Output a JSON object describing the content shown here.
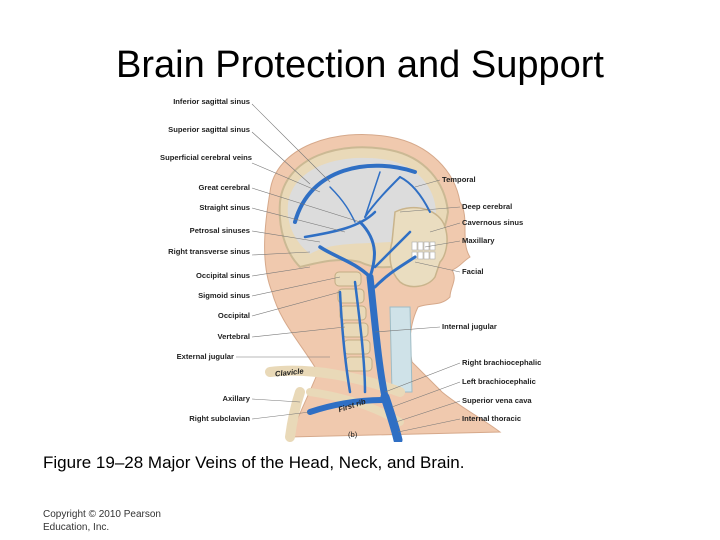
{
  "slide": {
    "title": "Brain Protection and Support",
    "caption": "Figure 19–28 Major Veins of the Head, Neck, and Brain.",
    "copyright_line1": "Copyright © 2010 Pearson",
    "copyright_line2": "Education, Inc."
  },
  "figure": {
    "part_label": "(b)",
    "bone_labels": {
      "clavicle": "Clavicle",
      "first_rib": "First rib"
    },
    "left_labels": [
      "Inferior sagittal sinus",
      "Superior sagittal sinus",
      "Superficial cerebral veins",
      "Great cerebral",
      "Straight sinus",
      "Petrosal sinuses",
      "Right transverse sinus",
      "Occipital sinus",
      "Sigmoid sinus",
      "Occipital",
      "Vertebral",
      "External jugular",
      "Axillary",
      "Right subclavian"
    ],
    "right_labels": [
      "Temporal",
      "Deep cerebral",
      "Cavernous sinus",
      "Maxillary",
      "Facial",
      "Internal jugular",
      "Right brachiocephalic",
      "Left brachiocephalic",
      "Superior vena cava",
      "Internal thoracic"
    ],
    "colors": {
      "vein": "#2f6fc4",
      "skin": "#f0c9ae",
      "bone": "#e9d9b8",
      "brain_cavity": "#dcdcdc"
    }
  }
}
